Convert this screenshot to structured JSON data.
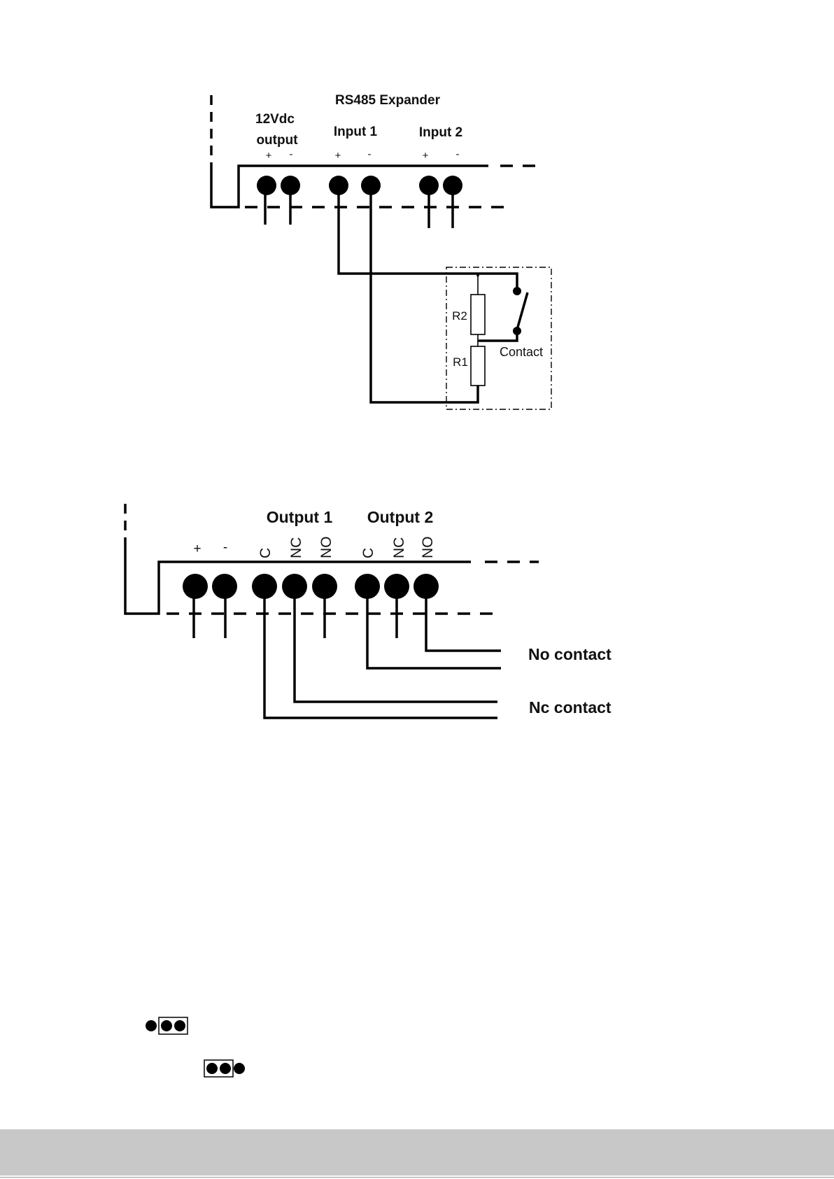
{
  "diagram1": {
    "title": "RS485 Expander",
    "group_12v_line1": "12Vdc",
    "group_12v_line2": "output",
    "group_input1": "Input 1",
    "group_input2": "Input 2",
    "term_12v_plus": "+",
    "term_12v_minus": "-",
    "term_in1_plus": "+",
    "term_in1_minus": "-",
    "term_in2_plus": "+",
    "term_in2_minus": "-",
    "resistor_r2": "R2",
    "resistor_r1": "R1",
    "contact_label": "Contact"
  },
  "diagram2": {
    "term_plus": "+",
    "term_minus": "-",
    "group_output1": "Output 1",
    "group_output2": "Output 2",
    "out1_c": "C",
    "out1_nc": "NC",
    "out1_no": "NO",
    "out2_c": "C",
    "out2_nc": "NC",
    "out2_no": "NO",
    "no_contact_label": "No contact",
    "nc_contact_label": "Nc contact"
  },
  "colors": {
    "ink": "#000000",
    "footer": "#c8c8c8",
    "background": "#ffffff"
  },
  "icons": [
    "jumper-left-position-icon",
    "jumper-right-position-icon"
  ]
}
